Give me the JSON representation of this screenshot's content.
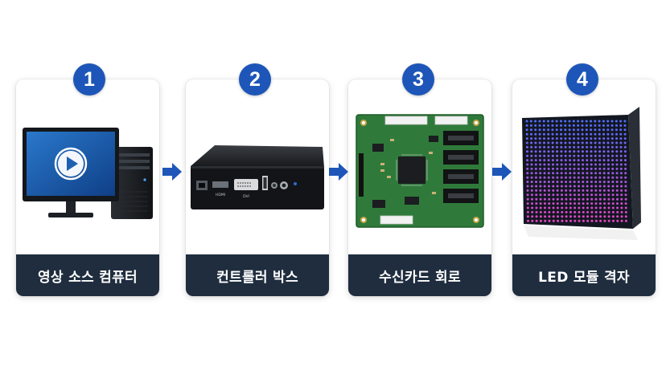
{
  "steps": [
    {
      "number": "1",
      "label": "영상 소스 컴퓨터",
      "icon": "desktop-computer-icon"
    },
    {
      "number": "2",
      "label": "컨트롤러 박스",
      "icon": "controller-box-icon"
    },
    {
      "number": "3",
      "label": "수신카드 회로",
      "icon": "receiving-card-icon"
    },
    {
      "number": "4",
      "label": "LED 모듈 격자",
      "icon": "led-module-icon"
    }
  ],
  "controller_ports": {
    "hdmi": "HDMI",
    "dvi": "DVI"
  },
  "colors": {
    "badge": "#1d56b8",
    "arrow": "#1d56b8",
    "caption_bg": "#1f2d3f",
    "caption_text": "#ffffff",
    "pcb": "#2f7a3a",
    "monitor_screen": "#1e5fb0"
  }
}
